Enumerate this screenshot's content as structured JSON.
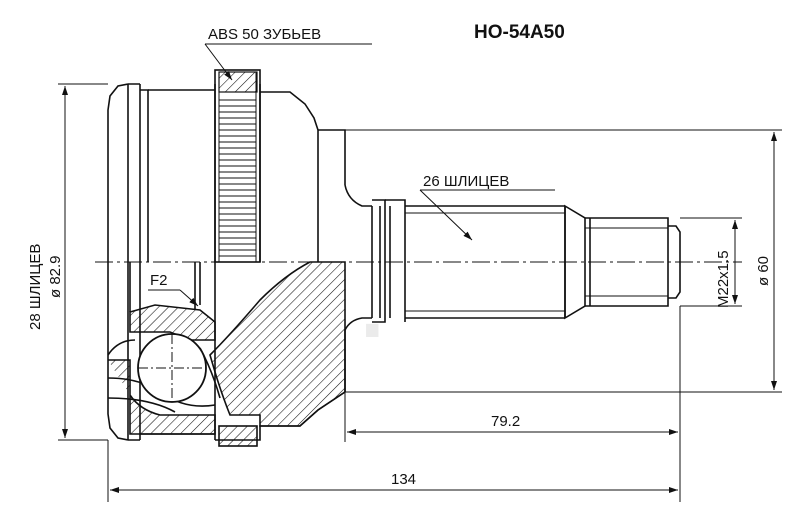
{
  "drawing": {
    "part_number": "HO-54A50",
    "abs_note": "ABS 50 ЗУБЬЕВ",
    "spline_note_shaft": "26 ШЛИЦЕВ",
    "spline_note_bell": "28 ШЛИЦЕВ",
    "dia_bell": "ø 82.9",
    "dia_shaft": "ø 60",
    "thread": "M22x1.5",
    "length_total": "134",
    "length_shaft": "79.2",
    "chamfer": "F2"
  },
  "colors": {
    "line": "#111111",
    "watermark": "#dcdcdc",
    "background": "#ffffff"
  }
}
